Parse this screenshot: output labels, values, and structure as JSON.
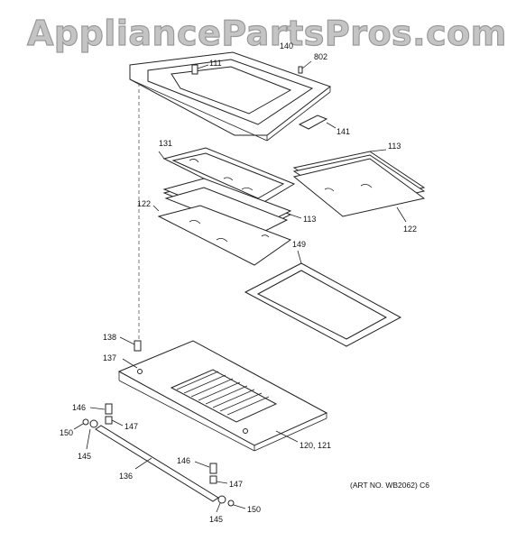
{
  "watermark": "AppliancePartsPros.com",
  "art_number": "(ART NO. WB2062) C6",
  "callouts": {
    "c140": "140",
    "c111": "111",
    "c802": "802",
    "c141": "141",
    "c131": "131",
    "c113a": "113",
    "c113b": "113",
    "c122a": "122",
    "c122b": "122",
    "c149": "149",
    "c138": "138",
    "c137": "137",
    "c146a": "146",
    "c146b": "146",
    "c147a": "147",
    "c147b": "147",
    "c150a": "150",
    "c150b": "150",
    "c145a": "145",
    "c145b": "145",
    "c136": "136",
    "c120": "120, 121"
  }
}
